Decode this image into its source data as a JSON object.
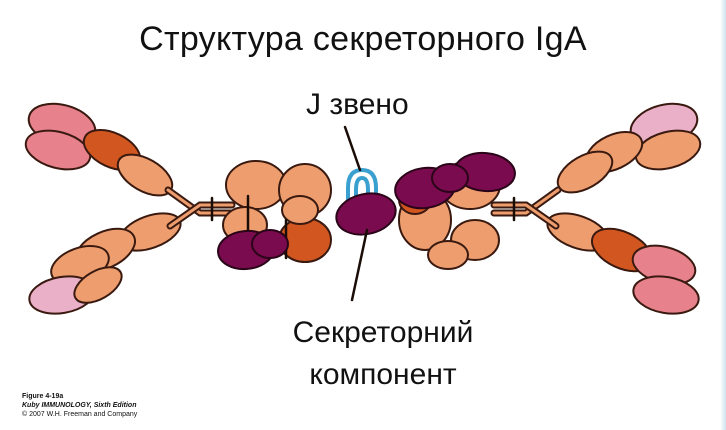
{
  "title": "Структура секреторного IgA",
  "labels": {
    "j_chain": "J звено",
    "secretory_line1": "Секреторний",
    "secretory_line2": "компонент"
  },
  "caption": {
    "figure": "Figure 4-19a",
    "book": "Kuby IMMUNOLOGY, Sixth Edition",
    "copyright": "© 2007 W.H. Freeman and Company"
  },
  "colors": {
    "light_orange": "#ee9e6e",
    "dark_orange": "#d2561f",
    "pink": "#e7828d",
    "light_pink": "#e9b0c8",
    "secretory_purple": "#7a0b4e",
    "j_chain_blue": "#3aa0d0",
    "outline": "#3a1a10"
  }
}
